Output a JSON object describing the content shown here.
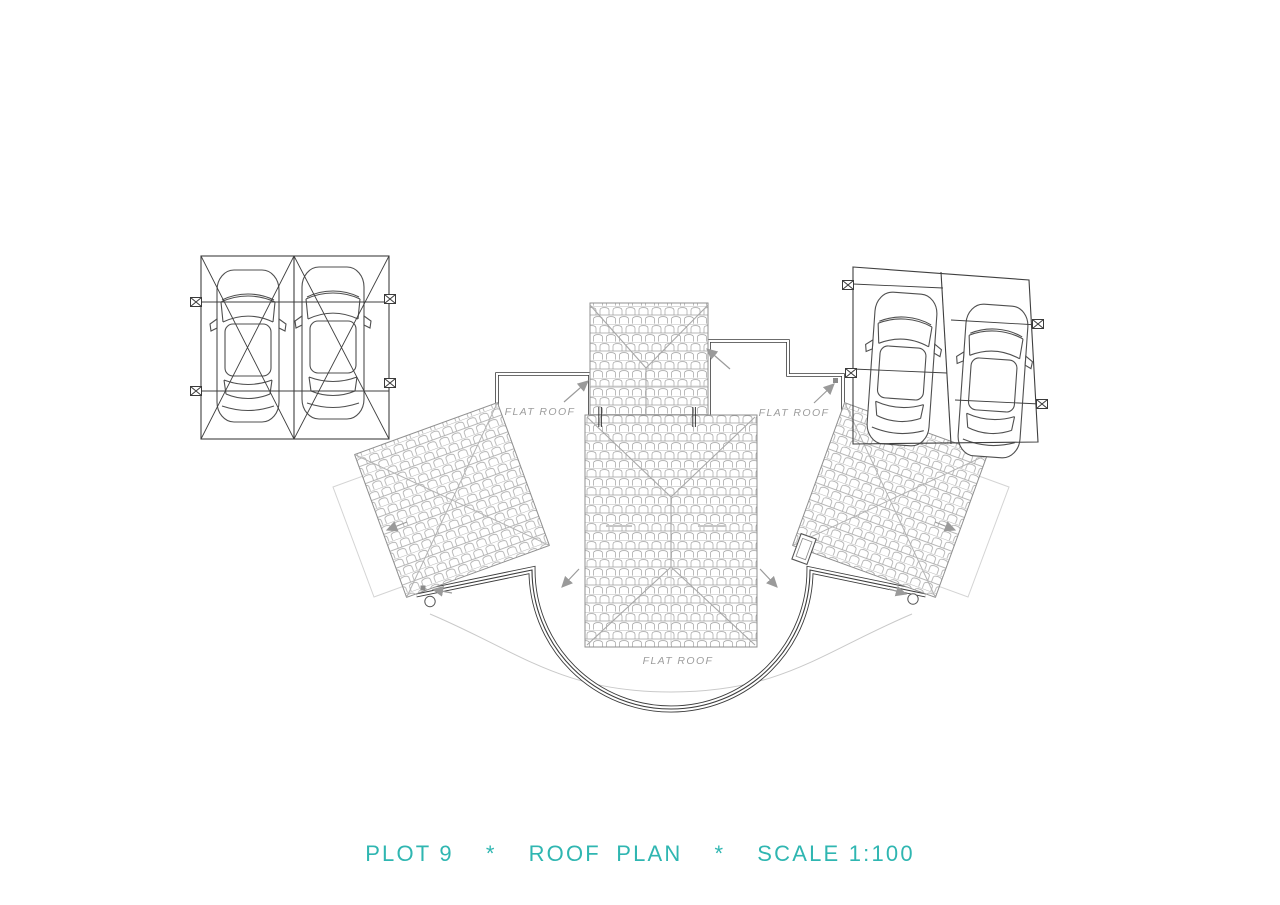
{
  "title": {
    "plot": "PLOT 9",
    "sep1": "*",
    "name": "ROOF PLAN",
    "sep2": "*",
    "scale": "SCALE 1:100"
  },
  "labels": {
    "flat_roof_left": "FLAT ROOF",
    "flat_roof_right": "FLAT ROOF",
    "flat_roof_bottom": "FLAT ROOF"
  },
  "colors": {
    "accent_teal": "#2fb6b1",
    "line_dark": "#3c3c3c",
    "hatch_gray": "#a0a0a0",
    "annotation_gray": "#9a9a9a"
  }
}
